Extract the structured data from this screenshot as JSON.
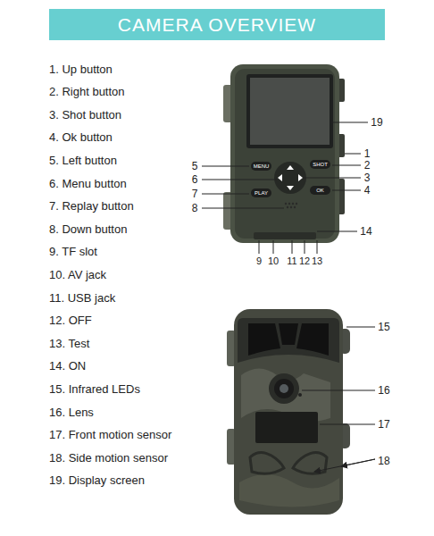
{
  "diagram": {
    "title": "CAMERA OVERVIEW",
    "labels": [
      "1. Up button",
      "2. Right button",
      "3. Shot button",
      "4. Ok button",
      "5. Left button",
      "6. Menu button",
      "7. Replay button",
      "8. Down button",
      "9. TF slot",
      "10. AV jack",
      "11. USB jack",
      "12. OFF",
      "13. Test",
      "14. ON",
      "15. Infrared LEDs",
      "16. Lens",
      "17. Front motion sensor",
      "18. Side motion sensor",
      "19. Display screen",
      "19",
      "1",
      "5",
      "2",
      "6",
      "3",
      "7",
      "4",
      "8",
      "14",
      "9",
      "10",
      "11",
      "12",
      "13",
      "15",
      "16",
      "17",
      "18",
      "MENU",
      "SHOT",
      "PLAY",
      "OK"
    ]
  }
}
